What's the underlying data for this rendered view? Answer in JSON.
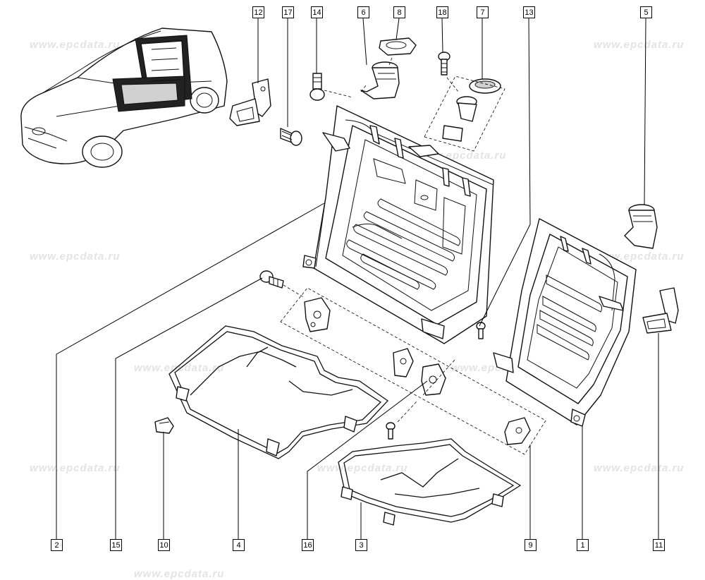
{
  "watermark": "www.epcdata.ru",
  "callouts": {
    "c12": "12",
    "c17": "17",
    "c14": "14",
    "c6": "6",
    "c8": "8",
    "c18": "18",
    "c7": "7",
    "c13": "13",
    "c5": "5",
    "c2": "2",
    "c15": "15",
    "c10": "10",
    "c4": "4",
    "c16": "16",
    "c3": "3",
    "c9": "9",
    "c1": "1",
    "c11": "11"
  },
  "colors": {
    "line": "#111111",
    "background": "#ffffff",
    "watermark": "#e3e3e3"
  }
}
